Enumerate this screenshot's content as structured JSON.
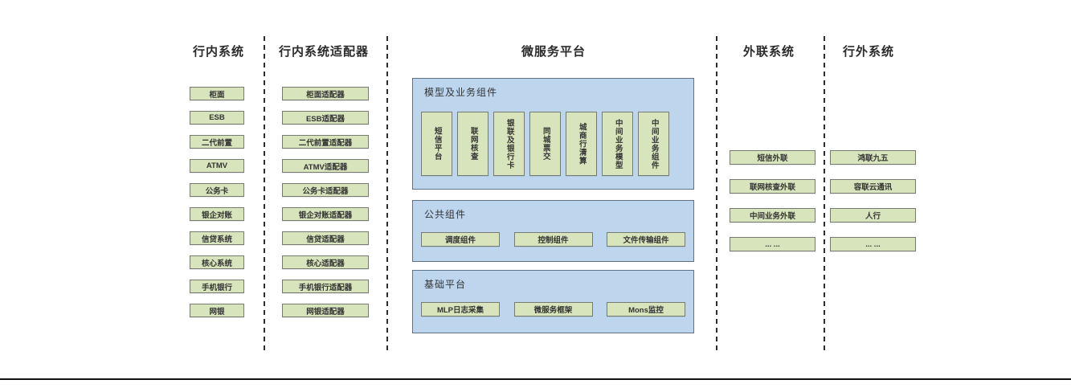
{
  "diagram": {
    "headers": {
      "internal": "行内系统",
      "adapters": "行内系统适配器",
      "platform": "微服务平台",
      "external_link": "外联系统",
      "outside": "行外系统"
    },
    "internal_systems": [
      "柜面",
      "ESB",
      "二代前置",
      "ATMV",
      "公务卡",
      "银企对账",
      "信贷系统",
      "核心系统",
      "手机银行",
      "网银"
    ],
    "internal_adapters": [
      "柜面适配器",
      "ESB适配器",
      "二代前置适配器",
      "ATMV适配器",
      "公务卡适配器",
      "银企对账适配器",
      "信贷适配器",
      "核心适配器",
      "手机银行适配器",
      "网银适配器"
    ],
    "platform_sections": {
      "model": {
        "title": "模型及业务组件",
        "items": [
          "短信平台",
          "联网核查",
          "银联及银行卡",
          "同城票交",
          "城商行清算",
          "中间业务模型",
          "中间业务组件"
        ]
      },
      "common": {
        "title": "公共组件",
        "items": [
          "调度组件",
          "控制组件",
          "文件传输组件"
        ]
      },
      "base": {
        "title": "基础平台",
        "items": [
          "MLP日志采集",
          "微服务框架",
          "Mons监控"
        ]
      }
    },
    "external_link_systems": [
      "短信外联",
      "联网核查外联",
      "中间业务外联",
      "... ..."
    ],
    "outside_systems": [
      "鸿联九五",
      "容联云通讯",
      "人行",
      "... ..."
    ]
  },
  "colors": {
    "green_fill": "#d8e4bc",
    "green_border": "#767a70",
    "blue_fill": "#bdd6ee",
    "blue_border": "#5f7285",
    "header_text": "#2b2b2b",
    "label_text": "#333333",
    "dashed_line": "#2e2e2e",
    "bottom_rule": "#111111"
  }
}
